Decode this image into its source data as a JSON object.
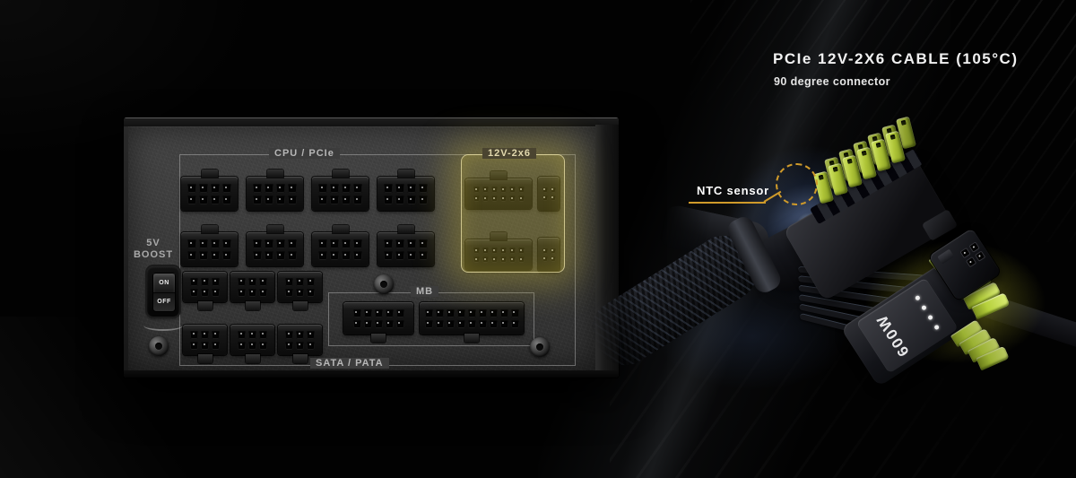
{
  "annotations": {
    "title": "PCIe 12V-2X6 CABLE (105°C)",
    "subtitle": "90 degree connector",
    "ntc_label": "NTC sensor",
    "accent_color": "#cf9a2a"
  },
  "psu_panel": {
    "section_labels": {
      "cpu_pcie": "CPU / PCIe",
      "v12_2x6": "12V-2x6",
      "mb": "MB",
      "sata_pata": "SATA / PATA"
    },
    "boost_label_top": "5V",
    "boost_label_bottom": "BOOST",
    "switch": {
      "on": "ON",
      "off": "OFF"
    },
    "connectors": {
      "cpu_pcie": {
        "rows": 2,
        "per_row": 4,
        "pin_rows": 2,
        "pin_cols": 4
      },
      "v12_2x6": {
        "count": 2,
        "pin_rows": 2,
        "pin_cols": 6,
        "sense_pin_rows": 2,
        "sense_pin_cols": 2
      },
      "sata_pata": {
        "rows": 2,
        "per_row": 3,
        "pin_rows": 2,
        "pin_cols": 3
      },
      "mb_small": {
        "pin_rows": 2,
        "pin_cols": 5
      },
      "mb_large": {
        "pin_rows": 2,
        "pin_cols": 9
      }
    },
    "highlight_color": "#d9c23a"
  },
  "cable": {
    "wattage_label": "600W",
    "connector_pin_rows": 2,
    "connector_pin_cols": 6,
    "sense_dots": 4,
    "sense_connector_pins": 4,
    "pin_color": "#b5cf3a",
    "glow_color": "#b8b824",
    "ntc_glow_color": "#9fc4ff"
  }
}
